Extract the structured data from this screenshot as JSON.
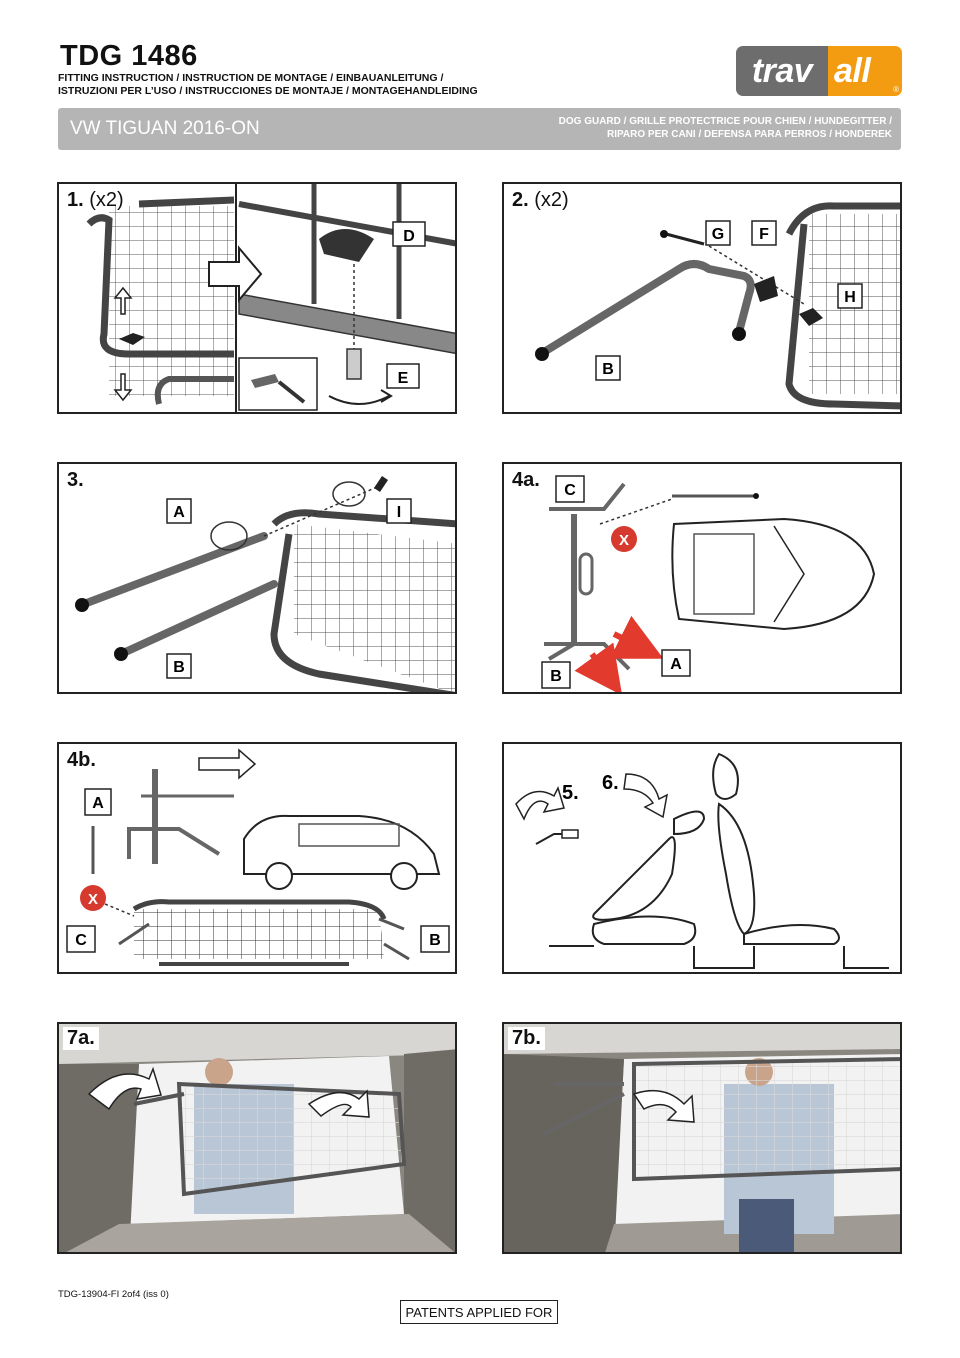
{
  "header": {
    "model_code": "TDG 1486",
    "languages_line1": "FITTING INSTRUCTION / INSTRUCTION DE MONTAGE / EINBAUANLEITUNG /",
    "languages_line2": "ISTRUZIONI PER L’USO / INSTRUCCIONES DE MONTAJE / MONTAGEHANDLEIDING",
    "logo_left": "trav",
    "logo_right": "all",
    "logo_mark": "®",
    "vehicle": "VW TIGUAN 2016-ON",
    "product_line1": "DOG GUARD / GRILLE PROTECTRICE POUR CHIEN / HUNDEGITTER /",
    "product_line2": "RIPARO PER CANI / DEFENSA PARA PERROS / HONDEREK",
    "brand_colors": {
      "grey": "#6d6d6d",
      "orange": "#f39c12",
      "banner": "#b5b5b5"
    }
  },
  "steps": {
    "s1": {
      "number": "1.",
      "qty": "(x2)",
      "labels": [
        "D",
        "E"
      ]
    },
    "s2": {
      "number": "2.",
      "qty": "(x2)",
      "labels": [
        "G",
        "F",
        "H",
        "B"
      ]
    },
    "s3": {
      "number": "3.",
      "labels": [
        "A",
        "I",
        "B"
      ]
    },
    "s4a": {
      "number": "4a.",
      "labels": [
        "C",
        "A",
        "B"
      ],
      "warning": "X"
    },
    "s4b": {
      "number": "4b.",
      "labels": [
        "A",
        "C",
        "B"
      ],
      "warning": "X"
    },
    "s5": {
      "number": "5."
    },
    "s6": {
      "number": "6."
    },
    "s7a": {
      "number": "7a."
    },
    "s7b": {
      "number": "7b."
    }
  },
  "icons": [
    "screwdriver-icon",
    "rotate-arrow-icon",
    "direction-arrow-icon",
    "warning-x-icon",
    "car-top-view-icon",
    "car-side-view-icon",
    "seat-icon"
  ],
  "footer": {
    "document_code": "TDG-13904-FI 2of4 (iss 0)",
    "patent_notice": "PATENTS APPLIED FOR"
  }
}
